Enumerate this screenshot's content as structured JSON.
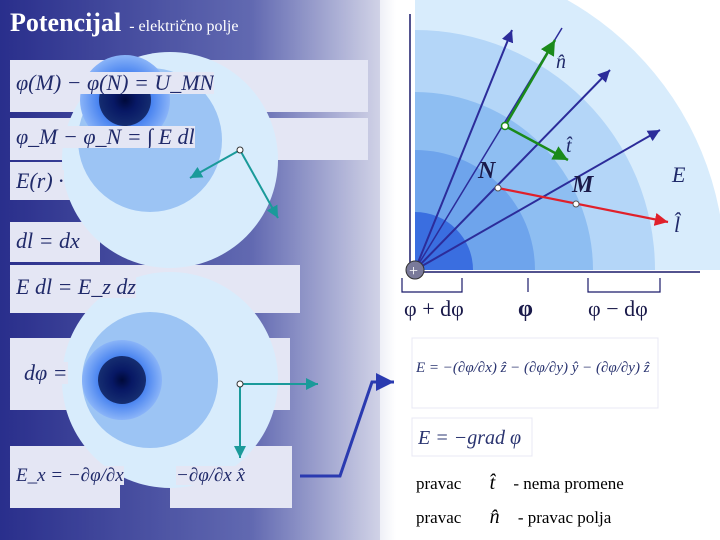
{
  "title": {
    "main": "Potencijal",
    "sub": "- električno polje"
  },
  "equations": {
    "eq1": "φ(M) − φ(N) = U_MN",
    "eq2": "φ_M − φ_N = ∫ E dl",
    "eq3": "E(r) ·",
    "eq4": "dl = dx",
    "eq5": "E dl = E_z dz",
    "eq6": "dφ =",
    "eq7a": "E_x = −∂φ/∂x",
    "eq7b": "−∂φ/∂x x̂",
    "right1": "E = −(∂φ/∂x) ẑ − (∂φ/∂y) ŷ − (∂φ/∂y) ẑ",
    "right2": "E = −grad φ"
  },
  "diagram": {
    "labels": {
      "n": "n̂",
      "t": "t̂",
      "N": "N",
      "M": "M",
      "E": "E",
      "l": "l̂",
      "plus": "+"
    },
    "potentials": [
      "φ + dφ",
      "φ",
      "φ − dφ"
    ]
  },
  "notes": [
    {
      "word": "pravac",
      "symbol": "t̂",
      "desc": "- nema promene"
    },
    {
      "word": "pravac",
      "symbol": "n̂",
      "desc": "- pravac polja"
    }
  ],
  "colors": {
    "accent": "#2c3a9a",
    "field": "#e0202a",
    "tangent": "#1a8a1a",
    "normal": "#1a9a9a"
  }
}
